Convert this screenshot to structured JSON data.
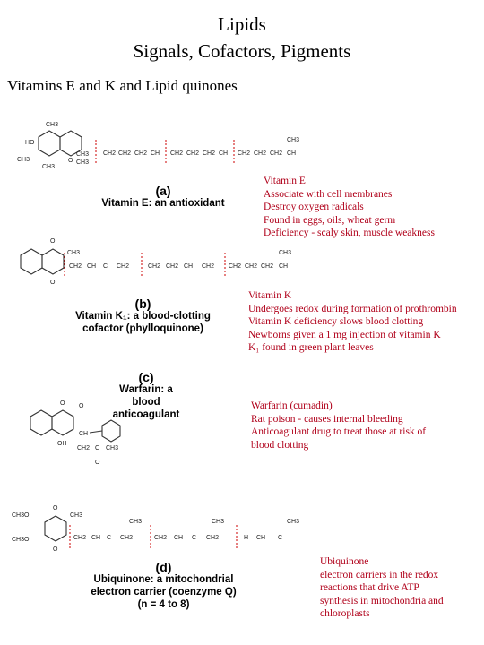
{
  "title_line1": "Lipids",
  "title_line2": "Signals, Cofactors, Pigments",
  "subtitle": "Vitamins E and K and Lipid quinones",
  "structures": [
    {
      "label": "(a)",
      "caption": "Vitamin E: an antioxidant",
      "atoms": [
        "HO",
        "CH3",
        "CH3",
        "CH3",
        "O",
        "CH3",
        "CH3",
        "CH2",
        "CH2",
        "CH2",
        "CH",
        "CH2",
        "CH2",
        "CH2",
        "CH",
        "CH2",
        "CH2",
        "CH2",
        "CH",
        "CH3"
      ],
      "note": [
        "Vitamin E",
        "Associate with cell membranes",
        "Destroy oxygen radicals",
        "Found in eggs, oils, wheat germ",
        "Deficiency - scaly skin, muscle weakness"
      ]
    },
    {
      "label": "(b)",
      "caption": "Vitamin K₁: a blood-clotting cofactor (phylloquinone)",
      "caption_line1": "Vitamin K₁: a blood-clotting",
      "caption_line2": "cofactor (phylloquinone)",
      "atoms": [
        "O",
        "O",
        "CH3",
        "CH2",
        "CH",
        "C",
        "CH2",
        "CH2",
        "CH2",
        "CH",
        "CH2",
        "CH2",
        "CH2",
        "CH2",
        "CH",
        "CH3"
      ],
      "note": [
        "Vitamin K",
        "Undergoes redox during formation of prothrombin",
        "Vitamin K deficiency slows blood clotting",
        "Newborns given a 1 mg injection of vitamin K",
        "K₁ found in green plant leaves"
      ]
    },
    {
      "label": "(c)",
      "caption_line1": "Warfarin: a blood",
      "caption_line2": "anticoagulant",
      "atoms": [
        "O",
        "O",
        "OH",
        "CH",
        "CH2",
        "C",
        "CH3",
        "O"
      ],
      "note": [
        "Warfarin (cumadin)",
        "Rat poison - causes internal bleeding",
        "Anticoagulant drug to treat those at risk of",
        "blood clotting"
      ]
    },
    {
      "label": "(d)",
      "caption_line1": "Ubiquinone: a mitochondrial",
      "caption_line2": "electron carrier (coenzyme Q)",
      "caption_line3": "(n = 4 to 8)",
      "atoms": [
        "CH3O",
        "CH3O",
        "O",
        "O",
        "CH3",
        "CH3",
        "CH2",
        "CH",
        "C",
        "CH2",
        "CH2",
        "CH",
        "C",
        "CH2",
        "H",
        "CH3",
        "CH",
        "C",
        "CH3"
      ],
      "note": [
        "Ubiquinone",
        "electron carriers in the redox",
        "reactions that drive ATP",
        "synthesis in mitochondria and",
        "chloroplasts"
      ]
    }
  ],
  "colors": {
    "note_text": "#b0001a",
    "divider": "#cc0000"
  }
}
